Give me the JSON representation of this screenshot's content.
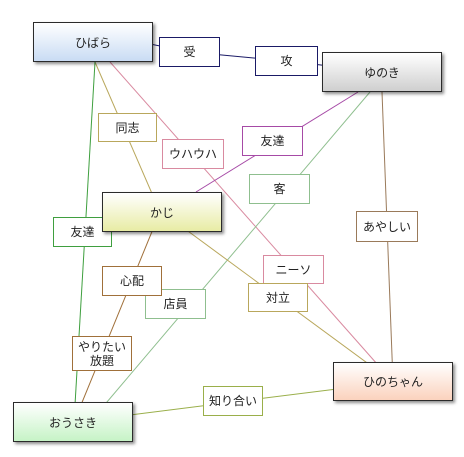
{
  "nodes": {
    "hibara": {
      "label": "ひばら",
      "fill_top": "#ffffff",
      "fill_bottom": "#c9dcf4"
    },
    "yunoki": {
      "label": "ゆのき",
      "fill_top": "#ffffff",
      "fill_bottom": "#cfcfcf"
    },
    "kaji": {
      "label": "かじ",
      "fill_top": "#ffffff",
      "fill_bottom": "#e8eca4"
    },
    "hinochan": {
      "label": "ひのちゃん",
      "fill_top": "#ffffff",
      "fill_bottom": "#fbd2bd"
    },
    "ousaki": {
      "label": "おうさき",
      "fill_top": "#ffffff",
      "fill_bottom": "#c6f3c6"
    }
  },
  "edges": [
    {
      "from": "hibara",
      "to": "yunoki",
      "labels": [
        "受",
        "攻"
      ],
      "color": "#1a1a66"
    },
    {
      "from": "hibara",
      "to": "kaji",
      "labels": [
        "同志"
      ],
      "color": "#b9a75c"
    },
    {
      "from": "hibara",
      "to": "hinochan",
      "labels": [
        "ウハウハ",
        "ニーソ"
      ],
      "color": "#d98aa0"
    },
    {
      "from": "hibara",
      "to": "ousaki",
      "labels": [
        "友達"
      ],
      "color": "#3f9f3f"
    },
    {
      "from": "yunoki",
      "to": "kaji",
      "labels": [
        "友達"
      ],
      "color": "#a64aa6"
    },
    {
      "from": "yunoki",
      "to": "ousaki",
      "labels": [
        "客",
        "店員"
      ],
      "color": "#8fbf8f"
    },
    {
      "from": "yunoki",
      "to": "hinochan",
      "labels": [
        "あやしい"
      ],
      "color": "#9a7a5a"
    },
    {
      "from": "kaji",
      "to": "hinochan",
      "labels": [
        "対立"
      ],
      "color": "#b9a75c"
    },
    {
      "from": "kaji",
      "to": "ousaki",
      "labels": [
        "心配",
        "やりたい放題"
      ],
      "color": "#a0703a"
    },
    {
      "from": "ousaki",
      "to": "hinochan",
      "labels": [
        "知り合い"
      ],
      "color": "#9aaf4a"
    }
  ]
}
